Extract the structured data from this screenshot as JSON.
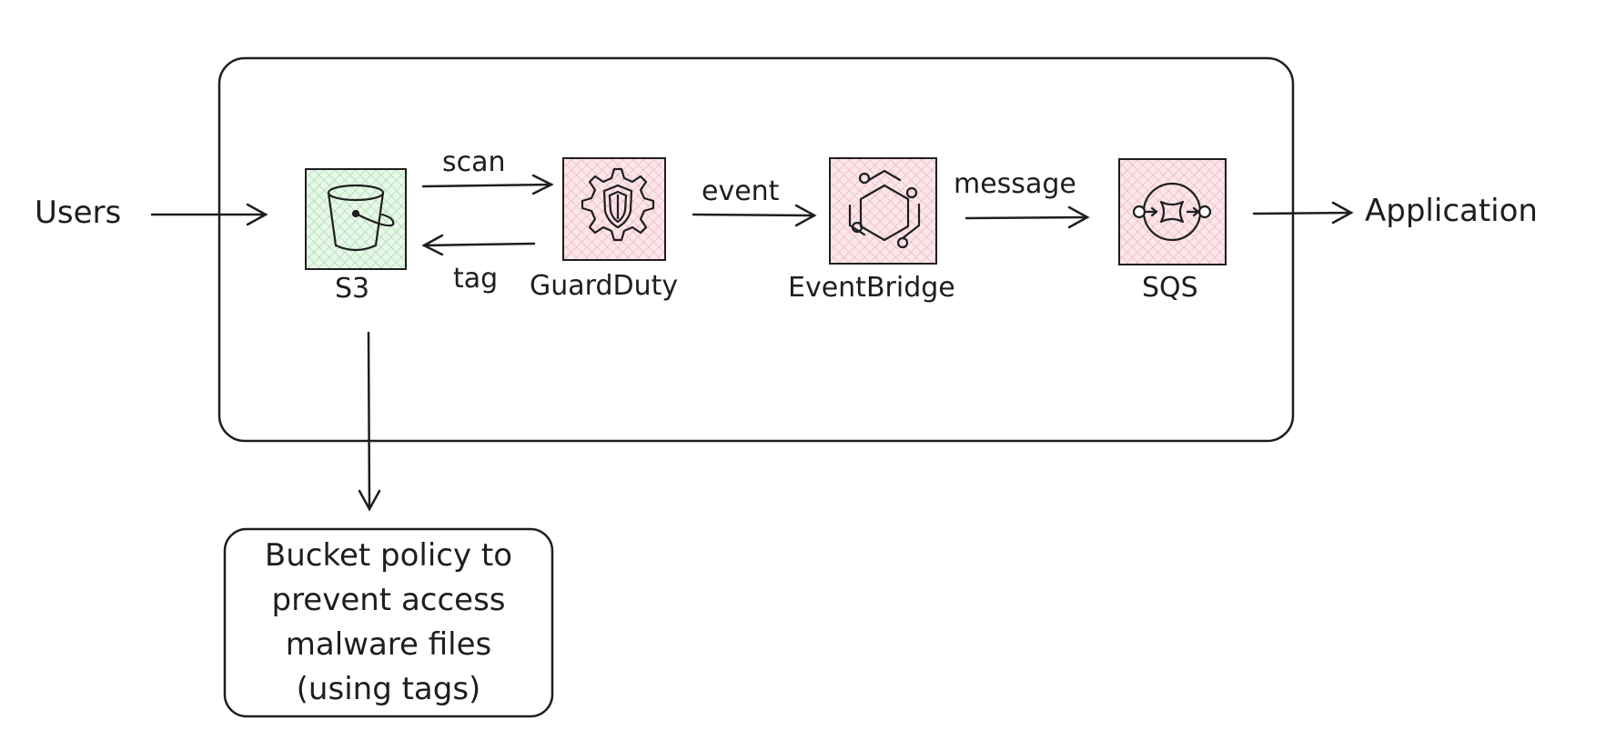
{
  "nodes": {
    "users": "Users",
    "s3": "S3",
    "guardduty": "GuardDuty",
    "eventbridge": "EventBridge",
    "sqs": "SQS",
    "application": "Application"
  },
  "edges": {
    "scan": "scan",
    "tag": "tag",
    "event": "event",
    "message": "message"
  },
  "note": {
    "line1": "Bucket policy to",
    "line2": "prevent access",
    "line3": "malware files",
    "line4": "(using tags)"
  },
  "icons": {
    "s3": "bucket-icon",
    "guardduty": "shield-gear-icon",
    "eventbridge": "eventbridge-icon",
    "sqs": "queue-icon"
  },
  "colors": {
    "s3_fill": "#d3f0d6",
    "service_fill": "#f8d4dc",
    "stroke": "#1e1e1e"
  }
}
